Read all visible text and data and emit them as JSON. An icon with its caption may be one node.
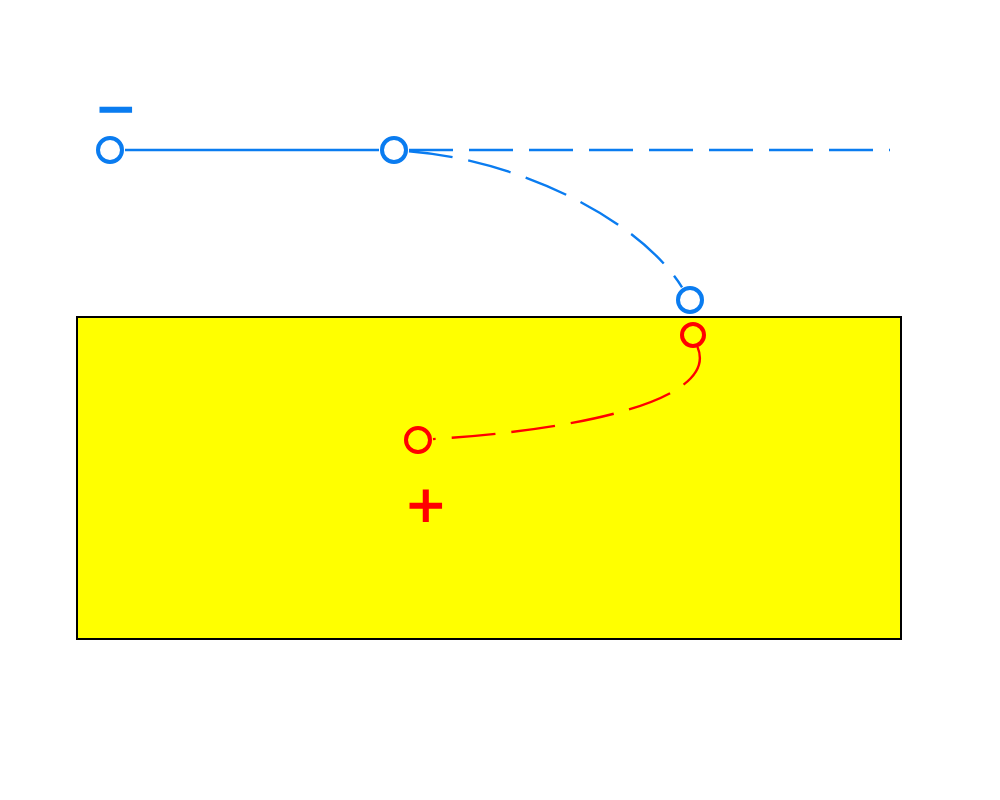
{
  "diagram": {
    "nodes": [
      {
        "text": [],
        "shape": "box"
      },
      {
        "text": [],
        "shape": "circle"
      },
      {
        "text": [],
        "shape": "circle"
      },
      {
        "text": [],
        "shape": "circle"
      },
      {
        "text": [],
        "shape": "circle",
        "in": 0
      },
      {
        "text": [],
        "shape": "circle",
        "in": 0
      }
    ],
    "edges": [
      {
        "from": 1,
        "to": 2,
        "arrow": "none"
      },
      {
        "from": 2,
        "to": null,
        "arrow": "none",
        "style": "dashed"
      },
      {
        "from": 2,
        "to": 3,
        "arrow": "none",
        "style": "dashed"
      },
      {
        "from": 4,
        "to": 5,
        "arrow": "none",
        "style": "dashed",
        "color": "#ff0000"
      }
    ],
    "labels": [
      "−",
      "+"
    ]
  }
}
